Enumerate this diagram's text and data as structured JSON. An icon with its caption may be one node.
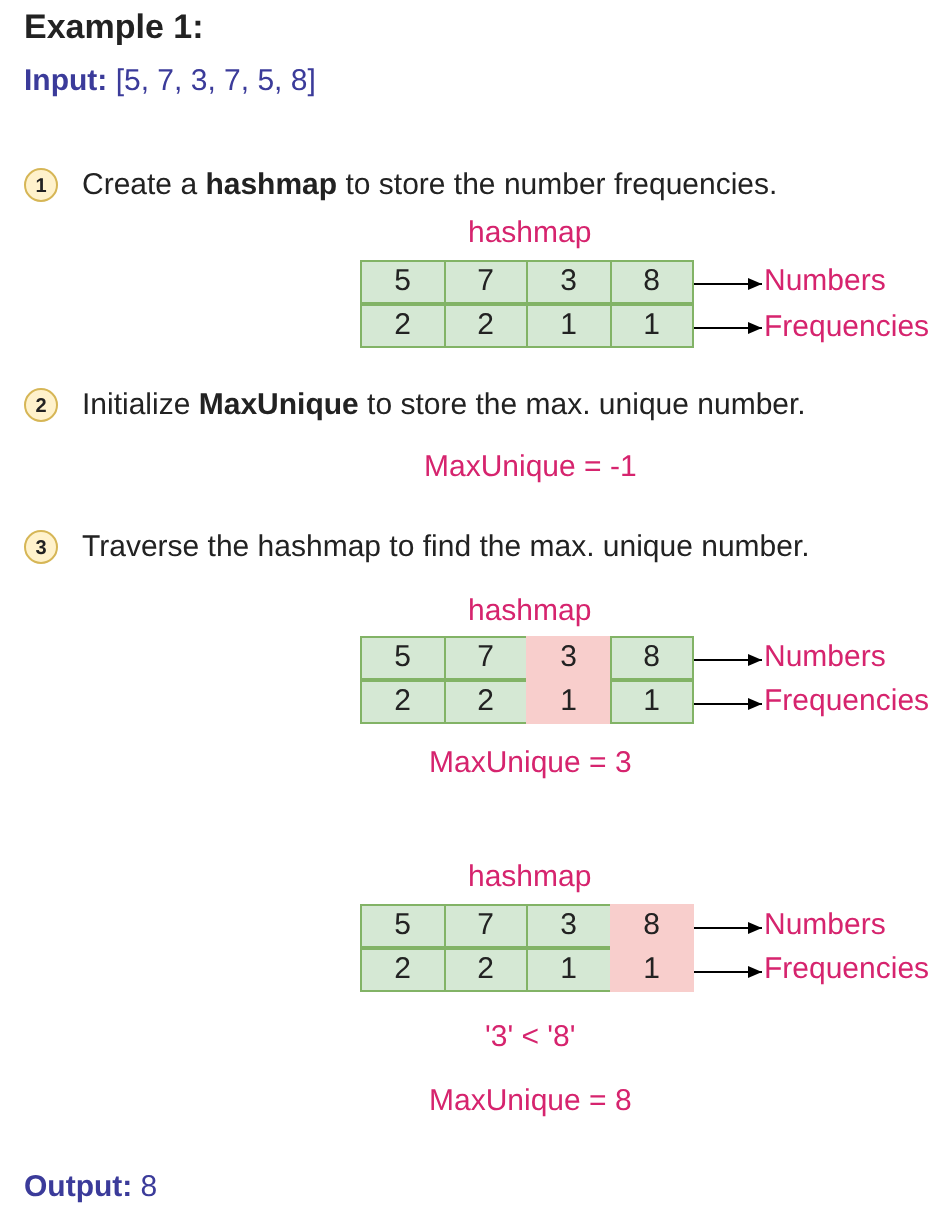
{
  "diagram": {
    "title": "Example 1:",
    "nodes": [
      {
        "text": [
          "1"
        ]
      },
      {
        "text": [
          "5",
          "7",
          "3",
          "8"
        ]
      },
      {
        "text": [
          "Numbers"
        ]
      },
      {
        "text": [
          "2",
          "2",
          "1",
          "1"
        ]
      },
      {
        "text": [
          "Frequencies"
        ]
      },
      {
        "text": [
          "2"
        ]
      },
      {
        "text": [
          "3"
        ]
      },
      {
        "text": [
          "5",
          "7",
          "3",
          "8"
        ]
      },
      {
        "text": [
          "Numbers"
        ]
      },
      {
        "text": [
          "2",
          "2",
          "1",
          "1"
        ]
      },
      {
        "text": [
          "Frequencies"
        ]
      },
      {
        "text": [
          "5",
          "7",
          "3",
          "8"
        ]
      },
      {
        "text": [
          "Numbers"
        ]
      },
      {
        "text": [
          "2",
          "2",
          "1",
          "1"
        ]
      },
      {
        "text": [
          "Frequencies"
        ]
      }
    ],
    "edges": [
      {
        "from": 1,
        "to": 2,
        "arrow": "to"
      },
      {
        "from": 3,
        "to": 4,
        "arrow": "to"
      },
      {
        "from": 7,
        "to": 8,
        "arrow": "to"
      },
      {
        "from": 9,
        "to": 10,
        "arrow": "to"
      },
      {
        "from": 11,
        "to": 12,
        "arrow": "to"
      },
      {
        "from": 13,
        "to": 14,
        "arrow": "to"
      }
    ],
    "labels": [
      "**Input:** [5, 7, 3, 7, 5, 8]",
      "Create a **hashmap** to store the number frequencies.",
      "hashmap",
      "Initialize **MaxUnique** to store the max. unique number.",
      "MaxUnique = -1",
      "Traverse the hashmap to find the max. unique number.",
      "hashmap",
      "MaxUnique = 3",
      "hashmap",
      "'3' < '8'",
      "MaxUnique = 8",
      "**Output:** 8"
    ]
  }
}
